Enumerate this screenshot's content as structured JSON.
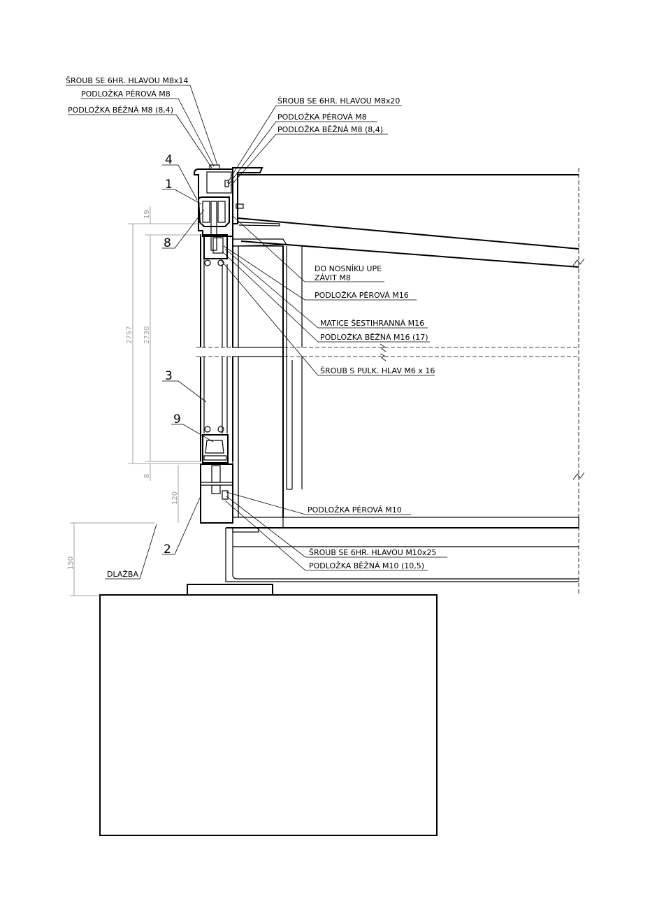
{
  "drawing": {
    "callouts_top_left": [
      "ŠROUB SE 6HR. HLAVOU M8x14",
      "PODLOŽKA PÉROVÁ M8",
      "PODLOŽKA BĚŽNÁ M8 (8,4)"
    ],
    "callouts_top_right": [
      "ŠROUB SE 6HR. HLAVOU M8x20",
      "PODLOŽKA PÉROVÁ M8",
      "PODLOŽKA BĚŽNÁ M8 (8,4)"
    ],
    "callouts_mid": {
      "upe_line1": "DO NOSNÍKU UPE",
      "upe_line2": "ZÁVIT M8",
      "washer_spring_m16": "PODLOŽKA PÉROVÁ M16",
      "nut_m16": "MATICE ŠESTIHRANNÁ M16",
      "washer_m16": "PODLOŽKA BĚŽNÁ M16 (17)",
      "bolt_m6": "ŠROUB S PULK. HLAV M6 x 16"
    },
    "callouts_bottom": [
      "PODLOŽKA PÉROVÁ M10",
      "ŠROUB SE 6HR. HLAVOU M10x25",
      "PODLOŽKA BĚŽNÁ M10 (10,5)"
    ],
    "paving": "DLAŽBA",
    "part_numbers": [
      "4",
      "1",
      "8",
      "3",
      "9",
      "2"
    ],
    "dimensions": [
      "19",
      "2757",
      "2730",
      "8",
      "120",
      "150"
    ]
  }
}
